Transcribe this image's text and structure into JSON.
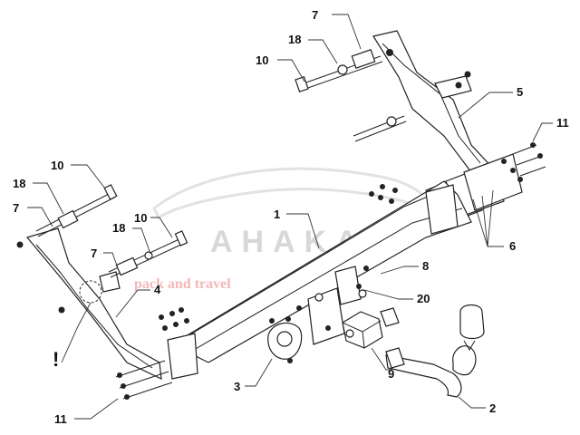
{
  "watermark": {
    "brand": "AHAKA",
    "tagline": "pack and travel"
  },
  "warning_mark": "!",
  "callouts": [
    {
      "id": "c-7-top",
      "text": "7"
    },
    {
      "id": "c-18-top",
      "text": "18"
    },
    {
      "id": "c-10-top",
      "text": "10"
    },
    {
      "id": "c-5",
      "text": "5"
    },
    {
      "id": "c-11-right",
      "text": "11"
    },
    {
      "id": "c-10-left",
      "text": "10"
    },
    {
      "id": "c-18-left",
      "text": "18"
    },
    {
      "id": "c-7-left",
      "text": "7"
    },
    {
      "id": "c-18-mid",
      "text": "18"
    },
    {
      "id": "c-10-mid",
      "text": "10"
    },
    {
      "id": "c-1",
      "text": "1"
    },
    {
      "id": "c-6",
      "text": "6"
    },
    {
      "id": "c-7-mid",
      "text": "7"
    },
    {
      "id": "c-4",
      "text": "4"
    },
    {
      "id": "c-8",
      "text": "8"
    },
    {
      "id": "c-20",
      "text": "20"
    },
    {
      "id": "c-3",
      "text": "3"
    },
    {
      "id": "c-9",
      "text": "9"
    },
    {
      "id": "c-2",
      "text": "2"
    },
    {
      "id": "c-11-left",
      "text": "11"
    }
  ]
}
